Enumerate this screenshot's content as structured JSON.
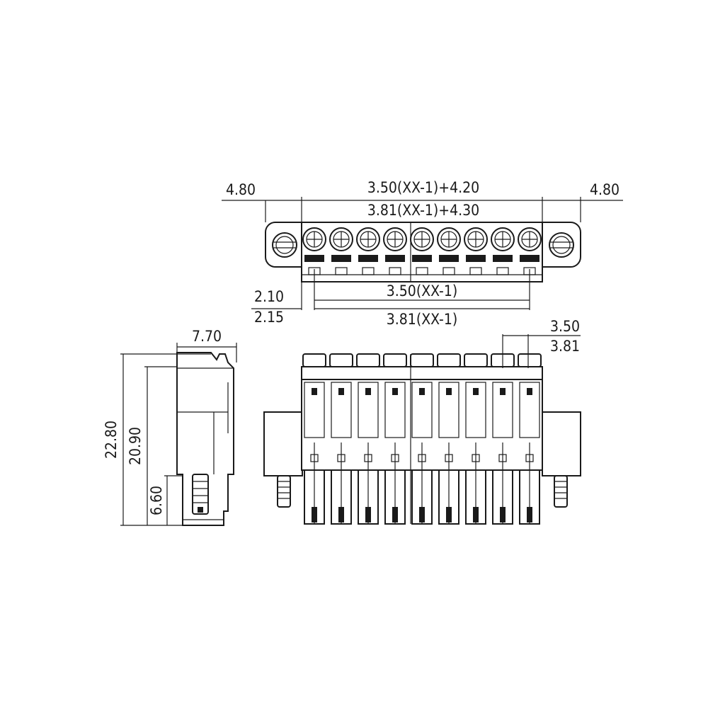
{
  "dimensions": {
    "top_left_overhang": "4.80",
    "top_right_overhang": "4.80",
    "overall_length_350": "3.50(XX-1)+4.20",
    "overall_length_381": "3.81(XX-1)+4.30",
    "first_pin_offset_350": "2.10",
    "first_pin_offset_381": "2.15",
    "pin_span_350": "3.50(XX-1)",
    "pin_span_381": "3.81(XX-1)",
    "pitch_350": "3.50",
    "pitch_381": "3.81",
    "side_width": "7.70",
    "side_height_total": "22.80",
    "side_height_body": "20.90",
    "side_height_flange": "6.60"
  },
  "connector": {
    "pin_count": 9
  },
  "colors": {
    "line": "#1a1a1a",
    "background": "#ffffff"
  }
}
